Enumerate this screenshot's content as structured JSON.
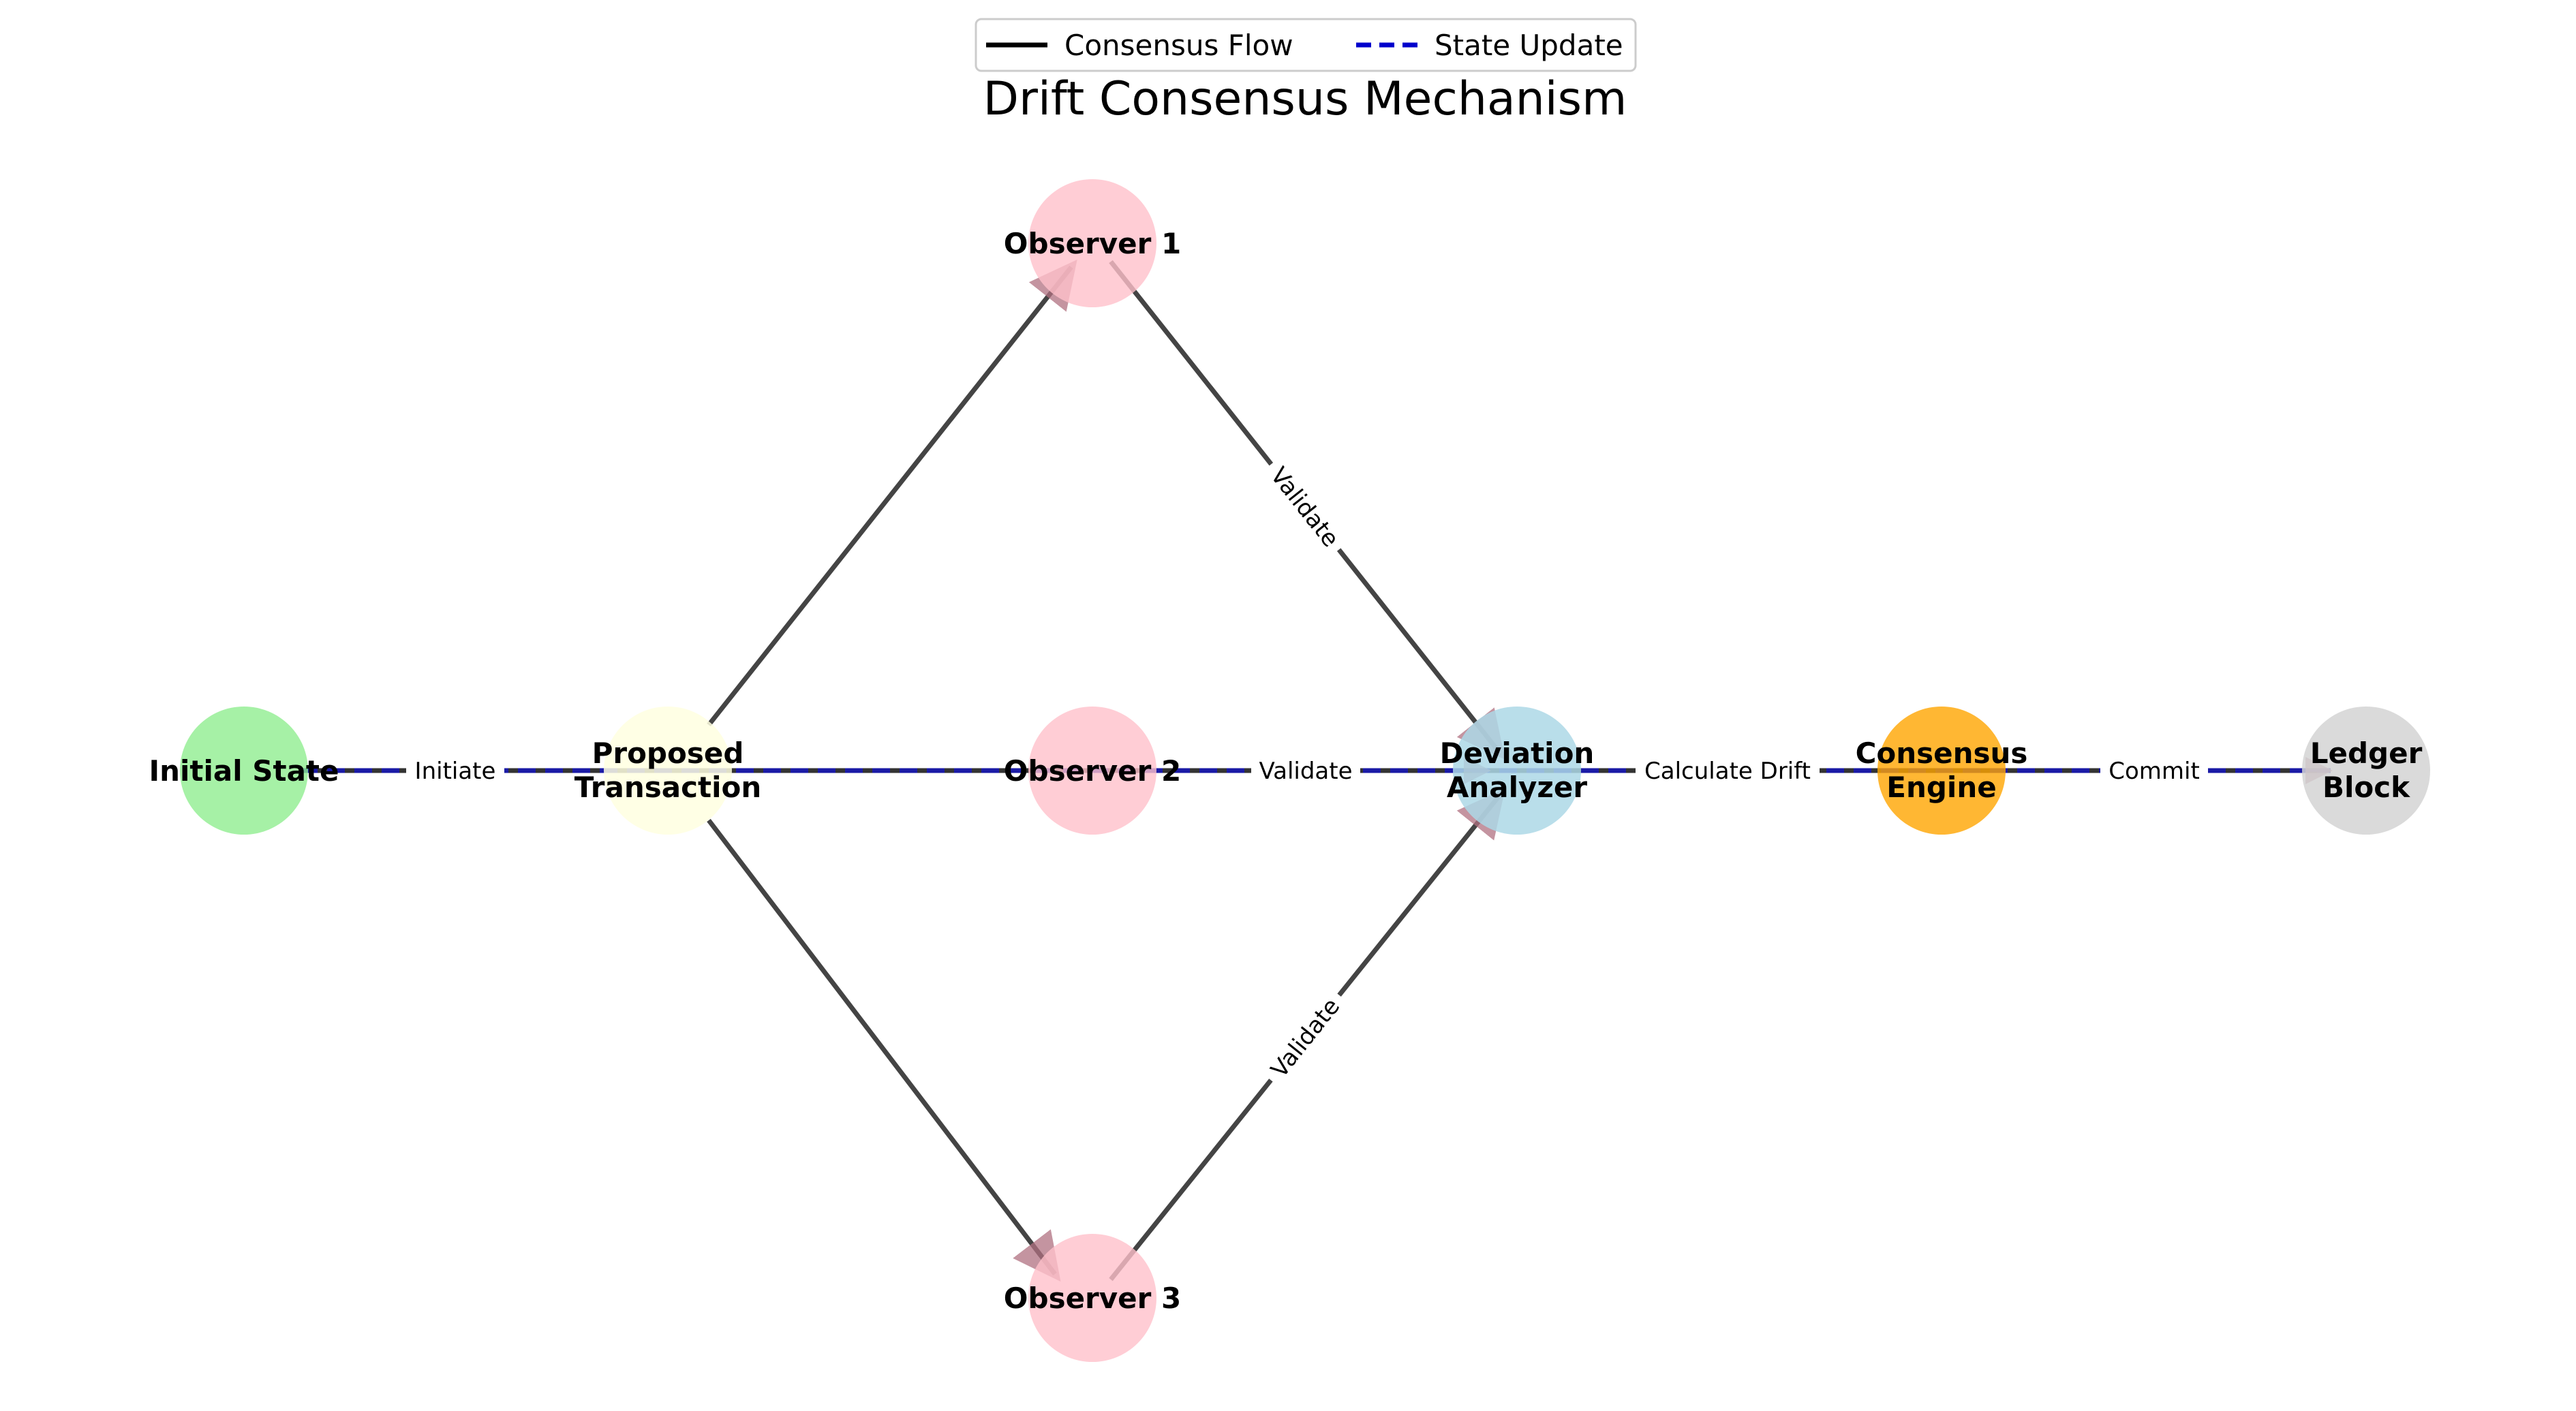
{
  "title": "Drift Consensus Mechanism",
  "legend": {
    "items": [
      {
        "label": "Consensus Flow",
        "style": "solid",
        "color": "#000000"
      },
      {
        "label": "State Update",
        "style": "dashed",
        "color": "#0000cc"
      }
    ]
  },
  "nodes": [
    {
      "id": "initial_state",
      "label": "Initial State",
      "lines": [
        "Initial State"
      ],
      "color": "#90ee90"
    },
    {
      "id": "proposed_transaction",
      "label": "Proposed Transaction",
      "lines": [
        "Proposed",
        "Transaction"
      ],
      "color": "#ffffe0"
    },
    {
      "id": "observer_1",
      "label": "Observer 1",
      "lines": [
        "Observer 1"
      ],
      "color": "#ffc0cb"
    },
    {
      "id": "observer_2",
      "label": "Observer 2",
      "lines": [
        "Observer 2"
      ],
      "color": "#ffc0cb"
    },
    {
      "id": "observer_3",
      "label": "Observer 3",
      "lines": [
        "Observer 3"
      ],
      "color": "#ffc0cb"
    },
    {
      "id": "deviation_analyzer",
      "label": "Deviation Analyzer",
      "lines": [
        "Deviation",
        "Analyzer"
      ],
      "color": "#add8e6"
    },
    {
      "id": "consensus_engine",
      "label": "Consensus Engine",
      "lines": [
        "Consensus",
        "Engine"
      ],
      "color": "#ffa500"
    },
    {
      "id": "ledger_block",
      "label": "Ledger Block",
      "lines": [
        "Ledger",
        "Block"
      ],
      "color": "#d3d3d3"
    }
  ],
  "edges": [
    {
      "from": "initial_state",
      "to": "proposed_transaction",
      "label": "Initiate",
      "types": [
        "flow",
        "update"
      ]
    },
    {
      "from": "proposed_transaction",
      "to": "observer_1",
      "label": "",
      "types": [
        "flow"
      ]
    },
    {
      "from": "proposed_transaction",
      "to": "observer_2",
      "label": "",
      "types": [
        "flow",
        "update"
      ]
    },
    {
      "from": "proposed_transaction",
      "to": "observer_3",
      "label": "",
      "types": [
        "flow"
      ]
    },
    {
      "from": "observer_1",
      "to": "deviation_analyzer",
      "label": "Validate",
      "types": [
        "flow"
      ]
    },
    {
      "from": "observer_2",
      "to": "deviation_analyzer",
      "label": "Validate",
      "types": [
        "flow",
        "update"
      ]
    },
    {
      "from": "observer_3",
      "to": "deviation_analyzer",
      "label": "Validate",
      "types": [
        "flow"
      ]
    },
    {
      "from": "deviation_analyzer",
      "to": "consensus_engine",
      "label": "Calculate Drift",
      "types": [
        "flow",
        "update"
      ]
    },
    {
      "from": "consensus_engine",
      "to": "ledger_block",
      "label": "Commit",
      "types": [
        "flow",
        "update"
      ]
    }
  ],
  "colors": {
    "flow_edge": "#444444",
    "update_edge": "#1a1aa6",
    "arrowhead": "#b07080"
  }
}
